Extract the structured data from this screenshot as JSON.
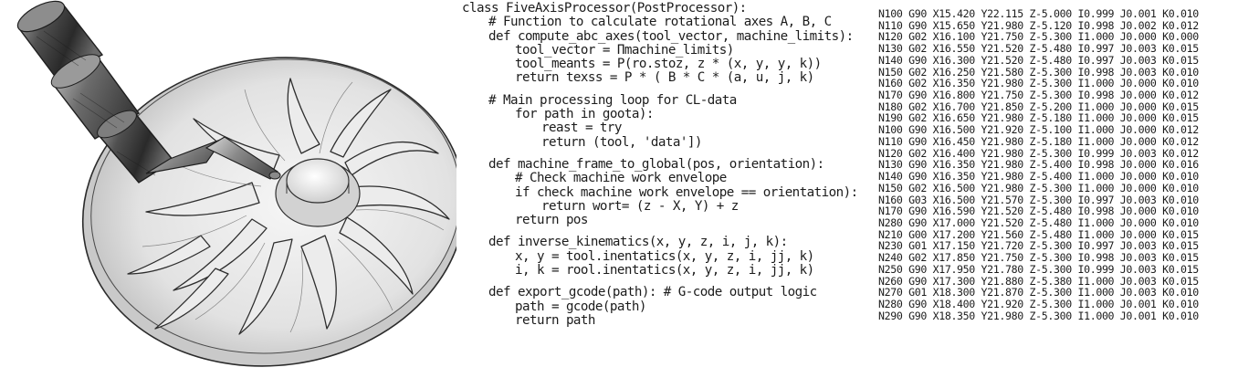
{
  "code": {
    "lines": [
      {
        "indent": 0,
        "text": "class FiveAxisProcessor(PostProcessor):"
      },
      {
        "indent": 1,
        "text": "# Function to calculate rotational axes A, B, C"
      },
      {
        "indent": 1,
        "text": "def compute_abc_axes(tool_vector, machine_limits):"
      },
      {
        "indent": 2,
        "text": "tool_vector = Πmachine_limits)"
      },
      {
        "indent": 2,
        "text": "tool_meants = P(ro.stoz, z * (x, y, y, k))"
      },
      {
        "indent": 2,
        "text": "return texss = P * ( B * C * (a, u, j, k)"
      },
      {
        "indent": 0,
        "text": "",
        "gap": true
      },
      {
        "indent": 1,
        "text": "# Main processing loop for CL-data"
      },
      {
        "indent": 2,
        "text": "for path in goota):"
      },
      {
        "indent": 3,
        "text": "reast = try"
      },
      {
        "indent": 3,
        "text": "return (tool, 'data'])"
      },
      {
        "indent": 0,
        "text": "",
        "gap": true
      },
      {
        "indent": 1,
        "text": "def machine_frame_to_global(pos, orientation):"
      },
      {
        "indent": 2,
        "text": "# Check machine work envelope"
      },
      {
        "indent": 2,
        "text": "if check machine work envelope == orientation):"
      },
      {
        "indent": 3,
        "text": "return wort= (z - X, Y) + z"
      },
      {
        "indent": 2,
        "text": "return pos"
      },
      {
        "indent": 0,
        "text": "",
        "gap": true
      },
      {
        "indent": 1,
        "text": "def inverse_kinematics(x, y, z, i, j, k):"
      },
      {
        "indent": 2,
        "text": "x, y = tool.inentatics(x, y, z, i, jj, k)"
      },
      {
        "indent": 2,
        "text": "i, k = rool.inentatics(x, y, z, i, jj, k)"
      },
      {
        "indent": 0,
        "text": "",
        "gap": true
      },
      {
        "indent": 1,
        "text": "def export_gcode(path): # G-code output logic"
      },
      {
        "indent": 2,
        "text": "path = gcode(path)"
      },
      {
        "indent": 2,
        "text": "return path"
      }
    ]
  },
  "gcode": {
    "lines": [
      "N100 G90 X15.420 Y22.115 Z-5.000 I0.999 J0.001 K0.010",
      "N110 G90 X15.650 Y21.980 Z-5.120 I0.998 J0.002 K0.012",
      "N120 G02 X16.100 Y21.750 Z-5.300 I1.000 J0.000 K0.000",
      "N130 G02 X16.550 Y21.520 Z-5.480 I0.997 J0.003 K0.015",
      "N140 G90 X16.300 Y21.520 Z-5.480 I0.997 J0.003 K0.015",
      "N150 G02 X16.250 Y21.580 Z-5.300 I0.998 J0.003 K0.010",
      "N160 G02 X16.350 Y21.980 Z-5.300 I1.000 J0.000 K0.010",
      "N170 G90 X16.800 Y21.750 Z-5.300 I0.998 J0.000 K0.012",
      "N180 G02 X16.700 Y21.850 Z-5.200 I1.000 J0.000 K0.015",
      "N190 G02 X16.650 Y21.980 Z-5.180 I1.000 J0.000 K0.015",
      "N100 G90 X16.500 Y21.920 Z-5.100 I1.000 J0.000 K0.012",
      "N110 G90 X16.450 Y21.980 Z-5.180 I1.000 J0.000 K0.012",
      "N120 G02 X16.400 Y21.980 Z-5.300 I0.999 J0.003 K0.012",
      "N130 G90 X16.350 Y21.980 Z-5.400 I0.998 J0.000 K0.016",
      "N140 G90 X16.350 Y21.980 Z-5.400 I1.000 J0.000 K0.010",
      "N150 G02 X16.500 Y21.980 Z-5.300 I1.000 J0.000 K0.010",
      "N160 G03 X16.500 Y21.570 Z-5.300 I0.997 J0.003 K0.010",
      "N170 G90 X16.590 Y21.520 Z-5.480 I0.998 J0.000 K0.010",
      "N280 G90 X17.000 Y21.520 Z-5.480 I1.000 J0.000 K0.010",
      "N210 G00 X17.200 Y21.560 Z-5.480 I1.000 J0.000 K0.015",
      "N230 G01 X17.150 Y21.720 Z-5.300 I0.997 J0.003 K0.015",
      "N240 G02 X17.850 Y21.750 Z-5.300 I0.998 J0.003 K0.015",
      "N250 G90 X17.950 Y21.780 Z-5.300 I0.999 J0.003 K0.015",
      "N260 G90 X17.300 Y21.880 Z-5.380 I1.000 J0.003 K0.015",
      "N270 G01 X18.300 Y21.870 Z-5.300 I1.000 J0.003 K0.010",
      "N280 G90 X18.400 Y21.920 Z-5.300 I1.000 J0.001 K0.010",
      "N290 G90 X18.350 Y21.980 Z-5.300 I1.000 J0.001 K0.010"
    ]
  },
  "colors": {
    "ink": "#1c1c1c",
    "background": "#ffffff",
    "metal_dark": "#3a3a3a",
    "metal_light": "#d8d8d8"
  }
}
